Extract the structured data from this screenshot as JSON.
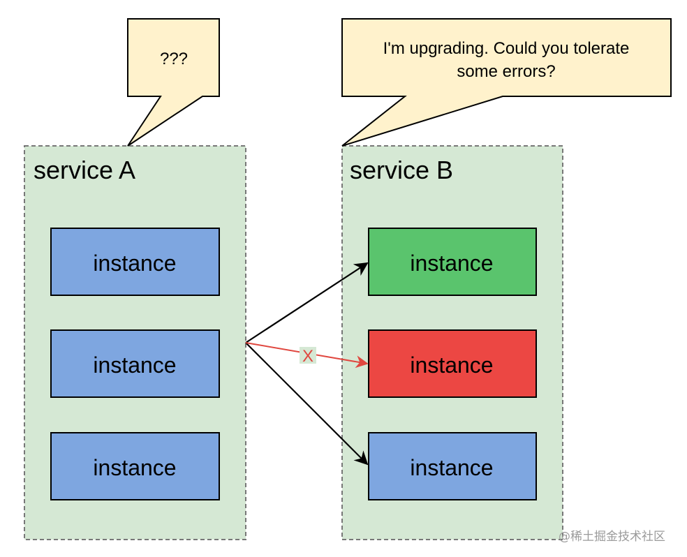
{
  "colors": {
    "container_fill": "#d5e8d4",
    "container_stroke": "#777777",
    "instance_blue": "#7ea6e0",
    "instance_green": "#5ac46d",
    "instance_red": "#ec4743",
    "callout_fill": "#fff2cc",
    "arrow_ok": "#000000",
    "arrow_fail": "#e0473f"
  },
  "service_a": {
    "title": "service A",
    "instances": [
      "instance",
      "instance",
      "instance"
    ]
  },
  "service_b": {
    "title": "service B",
    "instances": [
      {
        "label": "instance",
        "state": "green"
      },
      {
        "label": "instance",
        "state": "red"
      },
      {
        "label": "instance",
        "state": "blue"
      }
    ]
  },
  "callout_a": {
    "text": "???"
  },
  "callout_b": {
    "line1": "I'm upgrading. Could you tolerate",
    "line2": "some errors?"
  },
  "failed_marker": "X",
  "watermark": "@稀土掘金技术社区"
}
